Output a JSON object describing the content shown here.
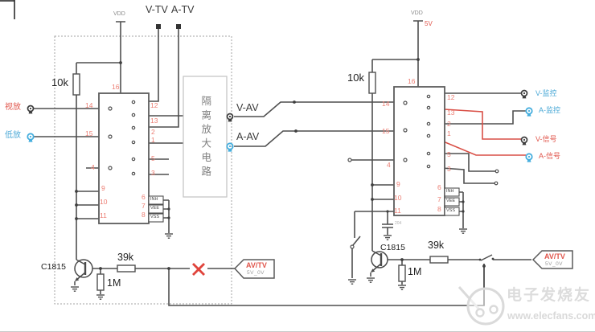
{
  "colors": {
    "wire": "#4f4f4f",
    "red_wire": "#d94f46",
    "pin_red": "#ec7d72",
    "blue": "#45aede",
    "blue_text": "#4aa8d6",
    "watermark": "#dcdcdc"
  },
  "top": {
    "v_tv": "V-TV",
    "a_tv": "A-TV"
  },
  "power": {
    "vdd": "VDD",
    "v5": "5V"
  },
  "pins": {
    "p1": "1",
    "p2": "2",
    "p3": "3",
    "p4": "4",
    "p5": "5",
    "p6": "6",
    "p7": "7",
    "p8": "8",
    "p9": "9",
    "p10": "10",
    "p11": "11",
    "p12": "12",
    "p13": "13",
    "p14": "14",
    "p15": "15",
    "p16": "16",
    "inh": "INH",
    "vee": "VEE",
    "vss": "VSS"
  },
  "components": {
    "r_pullup": "10k",
    "r_series": "39k",
    "r_bias": "1M",
    "transistor": "C1815",
    "cap": "204"
  },
  "inputs": {
    "video": "视放",
    "audio": "低放"
  },
  "mid": {
    "v_av": "V-AV",
    "a_av": "A-AV",
    "isolation": "隔离放大电路"
  },
  "outputs": {
    "v_monitor": "V-监控",
    "a_monitor": "A-监控",
    "v_signal": "V-信号",
    "a_signal": "A-信号"
  },
  "flag": {
    "label": "AV/TV",
    "sub": "5V_0V"
  },
  "watermark": {
    "brand": "电子发烧友",
    "site": "www.elecfans.com"
  }
}
